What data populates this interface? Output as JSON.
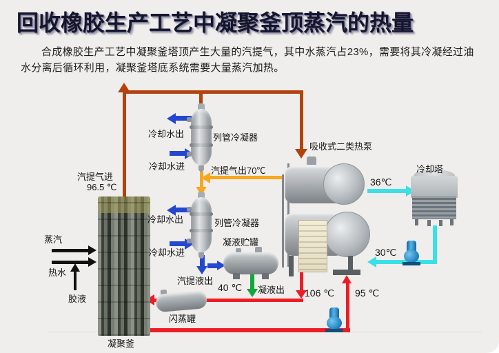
{
  "slide": {
    "title": "回收橡胶生产工艺中凝聚釜顶蒸汽的热量",
    "intro": "合成橡胶生产工艺中凝聚釜塔顶产生大量的汽提气，其中水蒸汽占23%，需要将其冷凝经过油水分离后循环利用，凝聚釜塔底系统需要大量蒸汽加热。"
  },
  "colors": {
    "strip_gas_hot": "#b2430e",
    "strip_gas_cooled": "#f7a71f",
    "cooling_water": "#2547d0",
    "tower_water": "#3be0e6",
    "hot_water_loop": "#ee1c25",
    "condensate": "#12a73b",
    "feed_streams": "#111111"
  },
  "diagram": {
    "labels": {
      "strip_gas_in": "汽提气进",
      "strip_gas_in_temp": "96.5 ℃",
      "cooling_water_out_1": "冷却水出",
      "condenser_1": "列管冷凝器",
      "cooling_water_in_1": "冷却水进",
      "strip_gas_out": "汽提气出70℃",
      "heat_pump": "吸收式二类热泵",
      "cooling_water_out_2": "冷却水出",
      "condenser_2": "列管冷凝器",
      "cooling_water_in_2": "冷却水进",
      "condensate_tank": "凝液贮罐",
      "strip_liquid_out": "汽提液出",
      "temp_40": "40 ℃",
      "condensate_out": "凝液出",
      "flash_tank": "闪蒸罐",
      "coagulation_kettle": "凝聚釜",
      "cooling_tower": "冷却塔",
      "temp_36": "36℃",
      "temp_30": "30℃",
      "temp_106": "106 ℃",
      "temp_95": "95 ℃",
      "steam": "蒸汽",
      "hot_water": "热水",
      "glue_liquid": "胶液"
    }
  }
}
